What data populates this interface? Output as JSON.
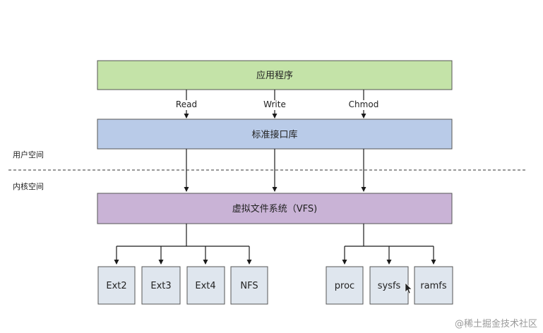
{
  "diagram": {
    "layers": {
      "app": {
        "label": "应用程序",
        "color": "#c4e3a8"
      },
      "lib": {
        "label": "标准接口库",
        "color": "#b9cbe8"
      },
      "vfs": {
        "label": "虚拟文件系统（VFS)",
        "color": "#c9b3d6"
      }
    },
    "calls": [
      "Read",
      "Write",
      "Chmod"
    ],
    "spaces": {
      "user": "用户空间",
      "kernel": "内核空间"
    },
    "filesystems_disk": [
      "Ext2",
      "Ext3",
      "Ext4",
      "NFS"
    ],
    "filesystems_virtual": [
      "proc",
      "sysfs",
      "ramfs"
    ],
    "fs_box_color": "#dfe6ee",
    "line_color": "#1a1a1a"
  },
  "watermark": "@稀土掘金技术社区"
}
